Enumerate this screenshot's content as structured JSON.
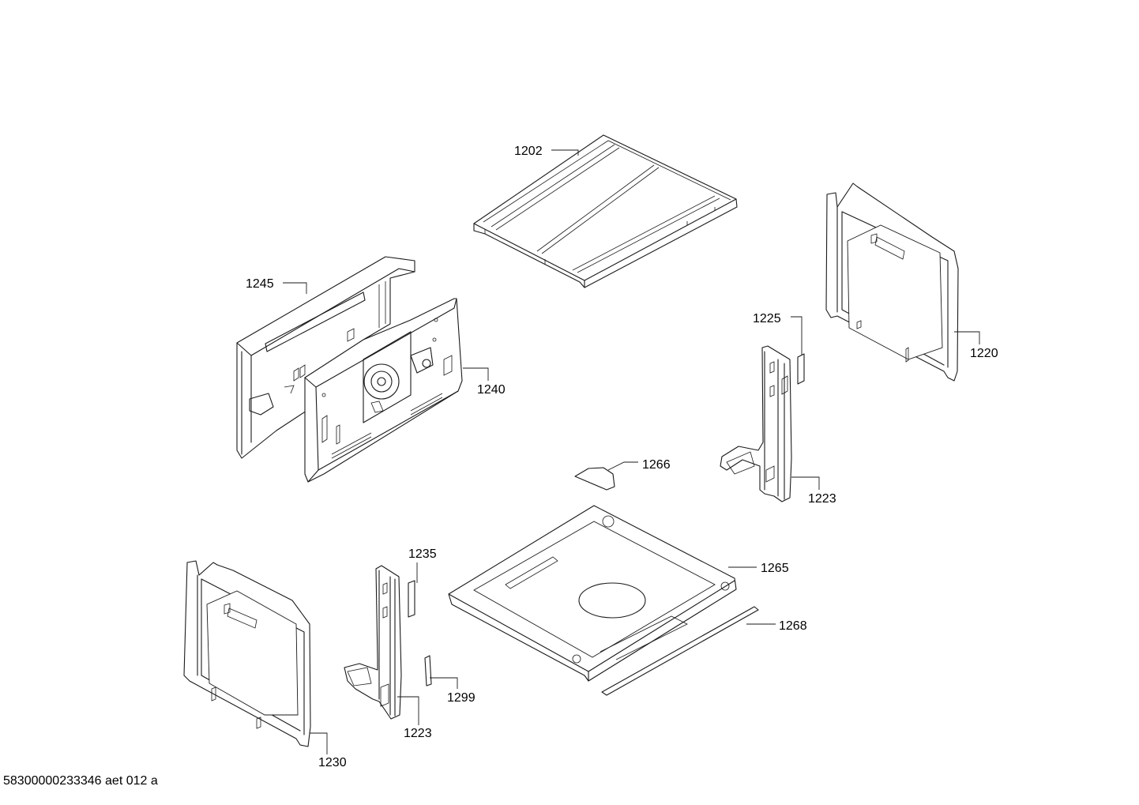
{
  "parts": {
    "p1202": "1202",
    "p1245": "1245",
    "p1240": "1240",
    "p1225": "1225",
    "p1220": "1220",
    "p1266": "1266",
    "p1223a": "1223",
    "p1235": "1235",
    "p1265": "1265",
    "p1268": "1268",
    "p1299": "1299",
    "p1223b": "1223",
    "p1230": "1230"
  },
  "footer": {
    "code": "58300000233346 aet 012 a"
  },
  "colors": {
    "line": "#1a1a1a",
    "background": "#ffffff"
  }
}
